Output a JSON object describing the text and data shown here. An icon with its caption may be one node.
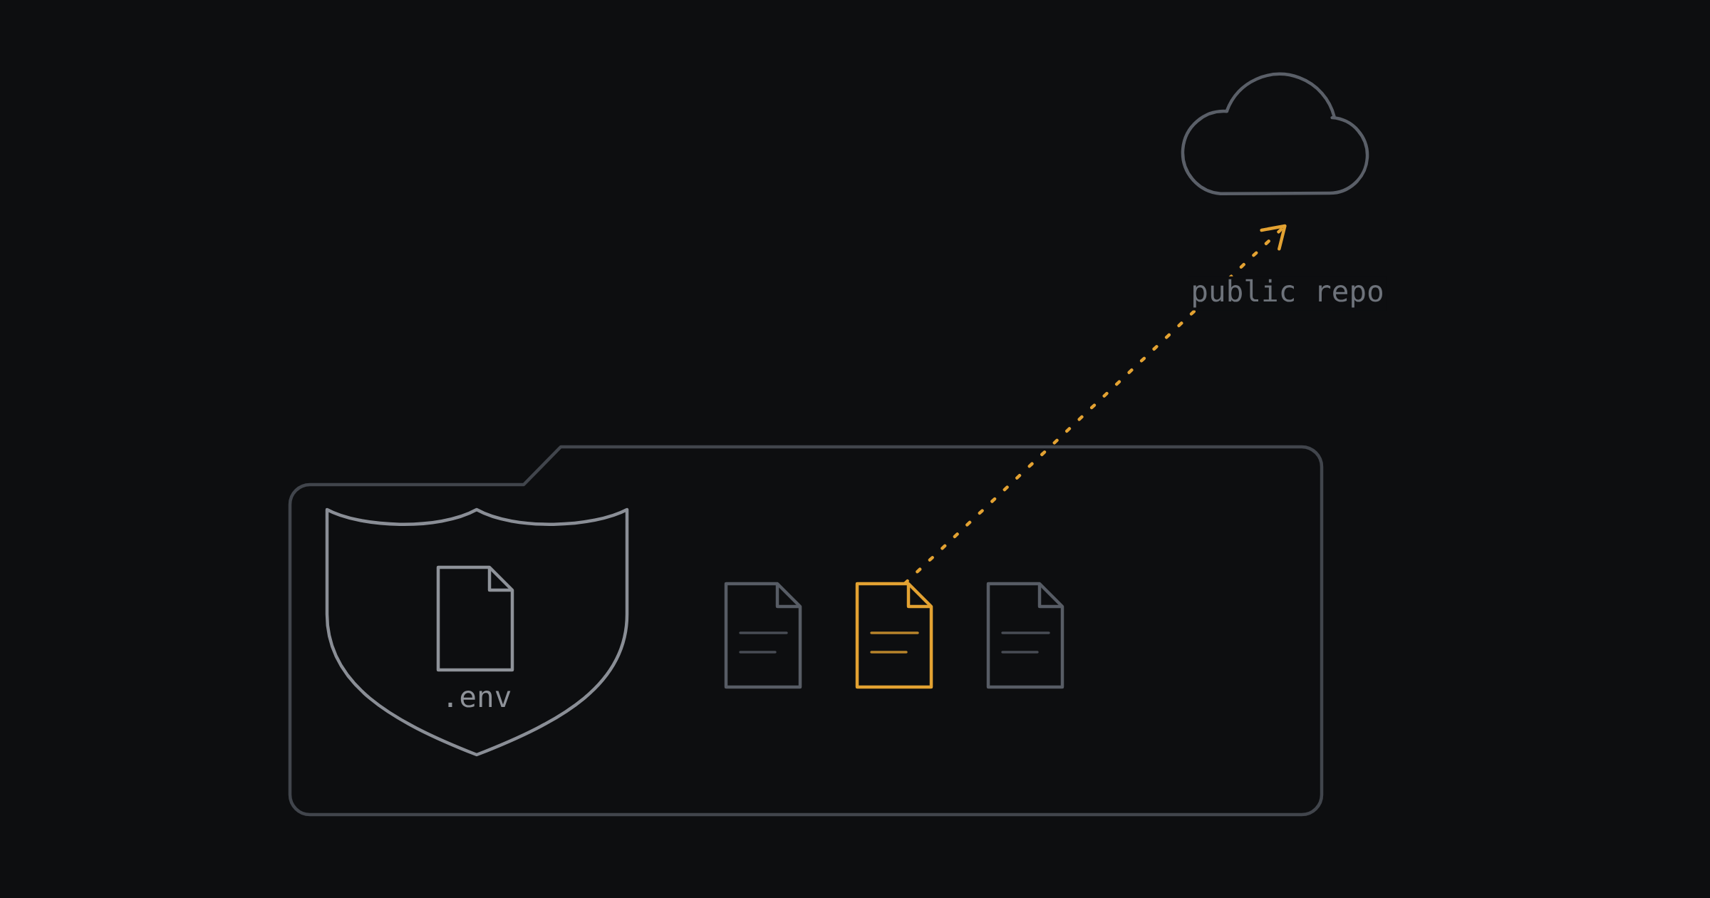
{
  "diagram": {
    "nodes": [
      {
        "text": [],
        "shape": "folder"
      },
      {
        "text": [
          ".env"
        ],
        "in": 0
      },
      {
        "text": [],
        "shape": "document",
        "in": 0
      },
      {
        "text": [],
        "shape": "document",
        "in": 0
      },
      {
        "text": [],
        "shape": "document",
        "in": 0
      },
      {
        "text": [],
        "shape": "cloud",
        "beside": [
          "public repo"
        ]
      }
    ],
    "edges": [
      {
        "from": 3,
        "to": 5,
        "arrow": "to",
        "style": "dashed",
        "color": "#e3a232"
      }
    ]
  }
}
